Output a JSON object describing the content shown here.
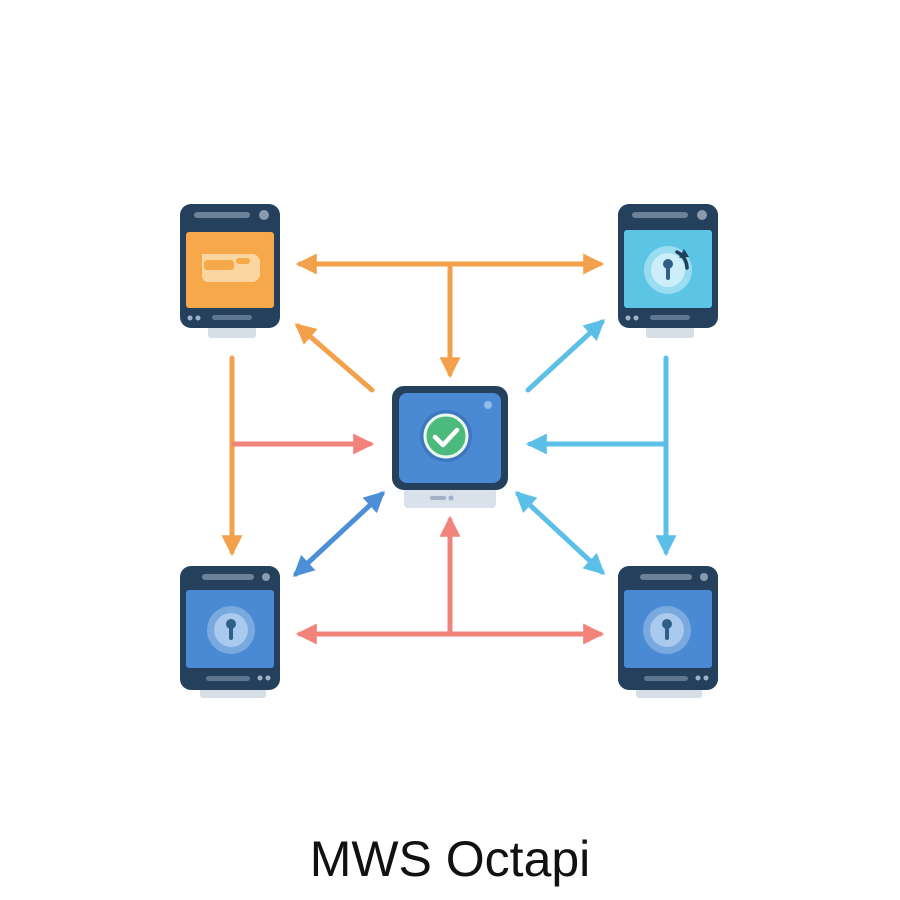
{
  "caption": "MWS Octapi",
  "colors": {
    "orange": "#f2a04c",
    "salmon": "#f2837b",
    "sky": "#5bbfe8",
    "blue": "#4c8fd6",
    "frame": "#24405c",
    "orange_screen": "#f7a84a",
    "cyan_screen": "#5cc4e4",
    "blue_screen": "#4a8ad4",
    "check": "#4cba7c"
  },
  "nodes": [
    {
      "id": "top-left-device",
      "screen": "orange_screen",
      "icon": "hand-lock-icon"
    },
    {
      "id": "top-right-device",
      "screen": "cyan_screen",
      "icon": "refresh-keyhole-icon"
    },
    {
      "id": "center-hub-device",
      "screen": "blue_screen",
      "icon": "checkmark-icon"
    },
    {
      "id": "bottom-left-device",
      "screen": "blue_screen",
      "icon": "keyhole-icon"
    },
    {
      "id": "bottom-right-device",
      "screen": "blue_screen",
      "icon": "keyhole-icon"
    }
  ]
}
